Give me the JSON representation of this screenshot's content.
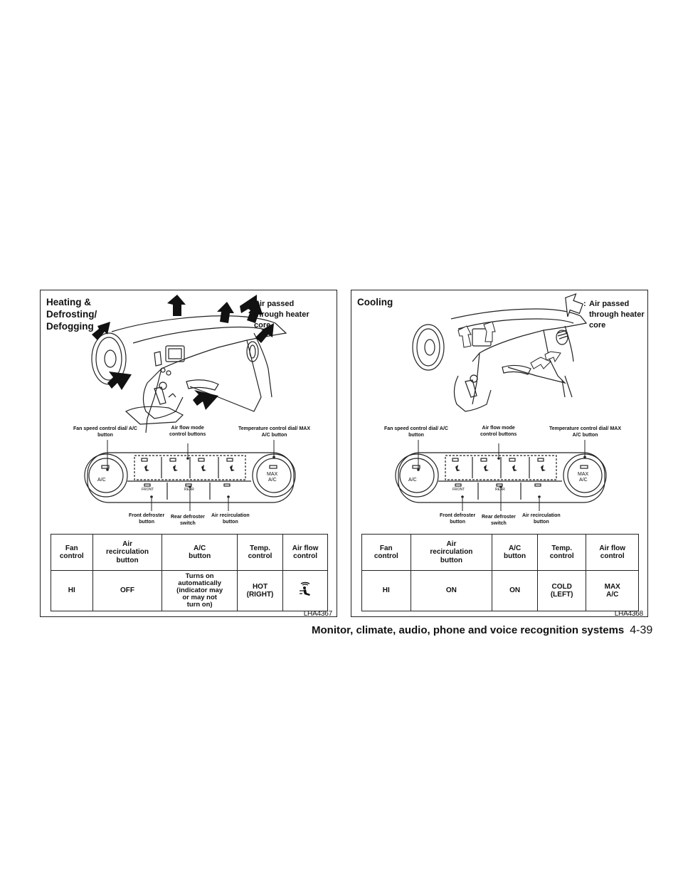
{
  "panels": [
    {
      "title": [
        "Heating &",
        "Defrosting/",
        "Defogging"
      ],
      "legend": [
        "Air passed",
        "through heater",
        "core"
      ],
      "legend_colon": ":",
      "callouts": {
        "fan_speed": [
          "Fan speed control dial/ A/C",
          "button"
        ],
        "air_flow_mode": [
          "Air flow mode",
          "control buttons"
        ],
        "temperature": [
          "Temperature control dial/ MAX",
          "A/C button"
        ],
        "front_defroster": [
          "Front defroster",
          "button"
        ],
        "rear_defroster": [
          "Rear defroster",
          "switch"
        ],
        "air_recirculation": [
          "Air recirculation",
          "button"
        ]
      },
      "dial_labels": {
        "left": "A/C",
        "right_top": "MAX",
        "right_bottom": "A/C",
        "front": "FRONT",
        "rear": "REAR"
      },
      "table": {
        "headers": [
          [
            "Fan",
            "control"
          ],
          [
            "Air",
            "recirculation",
            "button"
          ],
          [
            "A/C",
            "button"
          ],
          [
            "Temp.",
            "control"
          ],
          [
            "Air flow",
            "control"
          ]
        ],
        "values": [
          [
            "HI"
          ],
          [
            "OFF"
          ],
          [
            "Turns on",
            "automatically",
            "(indicator may",
            "or may not",
            "turn on)"
          ],
          [
            "HOT",
            "(RIGHT)"
          ],
          []
        ],
        "airflow_icon": "defrost-floor-mode-icon"
      },
      "code": "LHA4367"
    },
    {
      "title": [
        "Cooling"
      ],
      "legend": [
        "Air passed",
        "through heater",
        "core"
      ],
      "legend_colon": ":",
      "callouts": {
        "fan_speed": [
          "Fan speed control dial/ A/C",
          "button"
        ],
        "air_flow_mode": [
          "Air flow mode",
          "control buttons"
        ],
        "temperature": [
          "Temperature control dial/ MAX",
          "A/C button"
        ],
        "front_defroster": [
          "Front defroster",
          "button"
        ],
        "rear_defroster": [
          "Rear defroster",
          "switch"
        ],
        "air_recirculation": [
          "Air recirculation",
          "button"
        ]
      },
      "dial_labels": {
        "left": "A/C",
        "right_top": "MAX",
        "right_bottom": "A/C",
        "front": "FRONT",
        "rear": "REAR"
      },
      "table": {
        "headers": [
          [
            "Fan",
            "control"
          ],
          [
            "Air",
            "recirculation",
            "button"
          ],
          [
            "A/C",
            "button"
          ],
          [
            "Temp.",
            "control"
          ],
          [
            "Air flow",
            "control"
          ]
        ],
        "values": [
          [
            "HI"
          ],
          [
            "ON"
          ],
          [
            "ON"
          ],
          [
            "COLD",
            "(LEFT)"
          ],
          [
            "MAX",
            "A/C"
          ]
        ]
      },
      "code": "LHA4368"
    }
  ],
  "footer": {
    "section": "Monitor, climate, audio, phone and voice recognition systems",
    "page": "4-39"
  }
}
